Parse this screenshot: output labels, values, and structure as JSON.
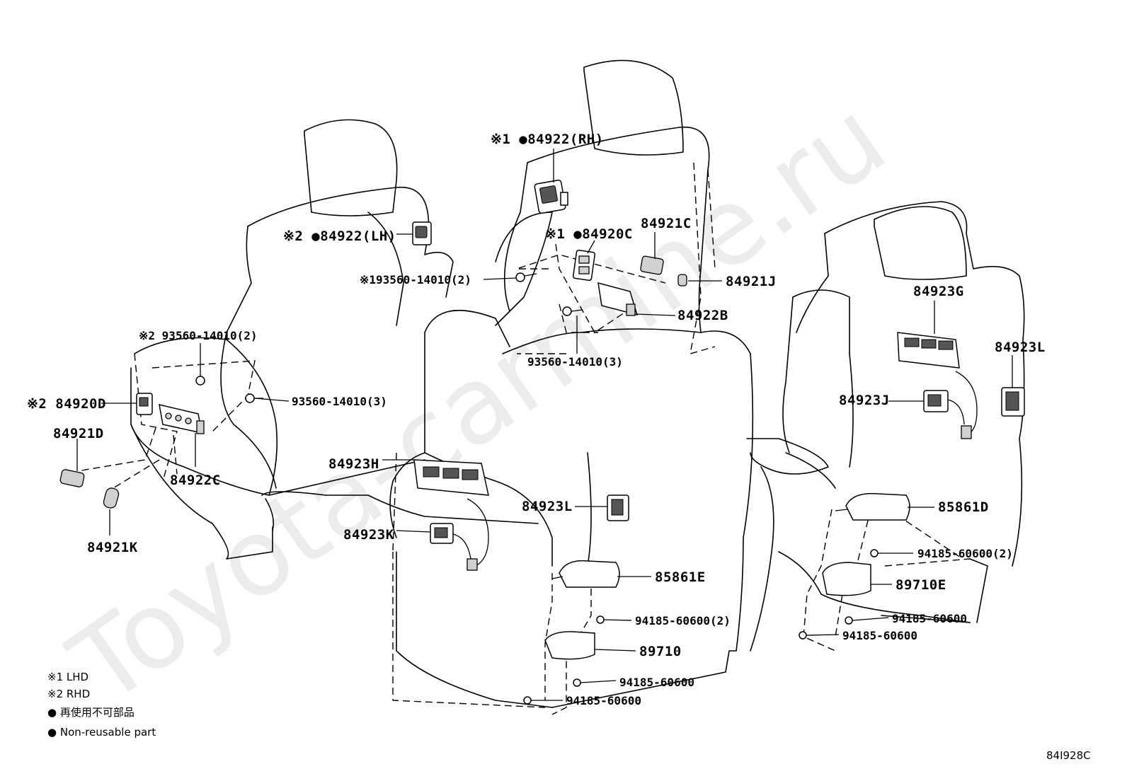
{
  "watermark": "Toyota-carmine.ru",
  "diagram_code": "84I928C",
  "labels": {
    "p84922_rh": "※1 ●84922(RH)",
    "p84922_lh": "※2 ●84922(LH)",
    "p84920c": "※1 ●84920C",
    "p84921c": "84921C",
    "p93560_1": "※193560-14010(2)",
    "p84921j": "84921J",
    "p84922b": "84922B",
    "p93560_3a": "93560-14010(3)",
    "p93560_2": "※2 93560-14010(2)",
    "p84920d": "※2 84920D",
    "p93560_3b": "93560-14010(3)",
    "p84921d": "84921D",
    "p84922c": "84922C",
    "p84923h": "84923H",
    "p84921k": "84921K",
    "p84923k": "84923K",
    "p84923l_mid": "84923L",
    "p85861e": "85861E",
    "p94185_2a": "94185-60600(2)",
    "p89710": "89710",
    "p94185_a": "94185-60600",
    "p94185_b": "94185-60600",
    "p84923g": "84923G",
    "p84923l_right": "84923L",
    "p84923j": "84923J",
    "p85861d": "85861D",
    "p94185_2b": "94185-60600(2)",
    "p89710e": "89710E",
    "p94185_c": "94185-60600",
    "p94185_d": "94185-60600"
  },
  "legend": {
    "lhd": "※1 LHD",
    "rhd": "※2 RHD",
    "jp": "● 再使用不可部品",
    "en": "● Non-reusable part"
  }
}
